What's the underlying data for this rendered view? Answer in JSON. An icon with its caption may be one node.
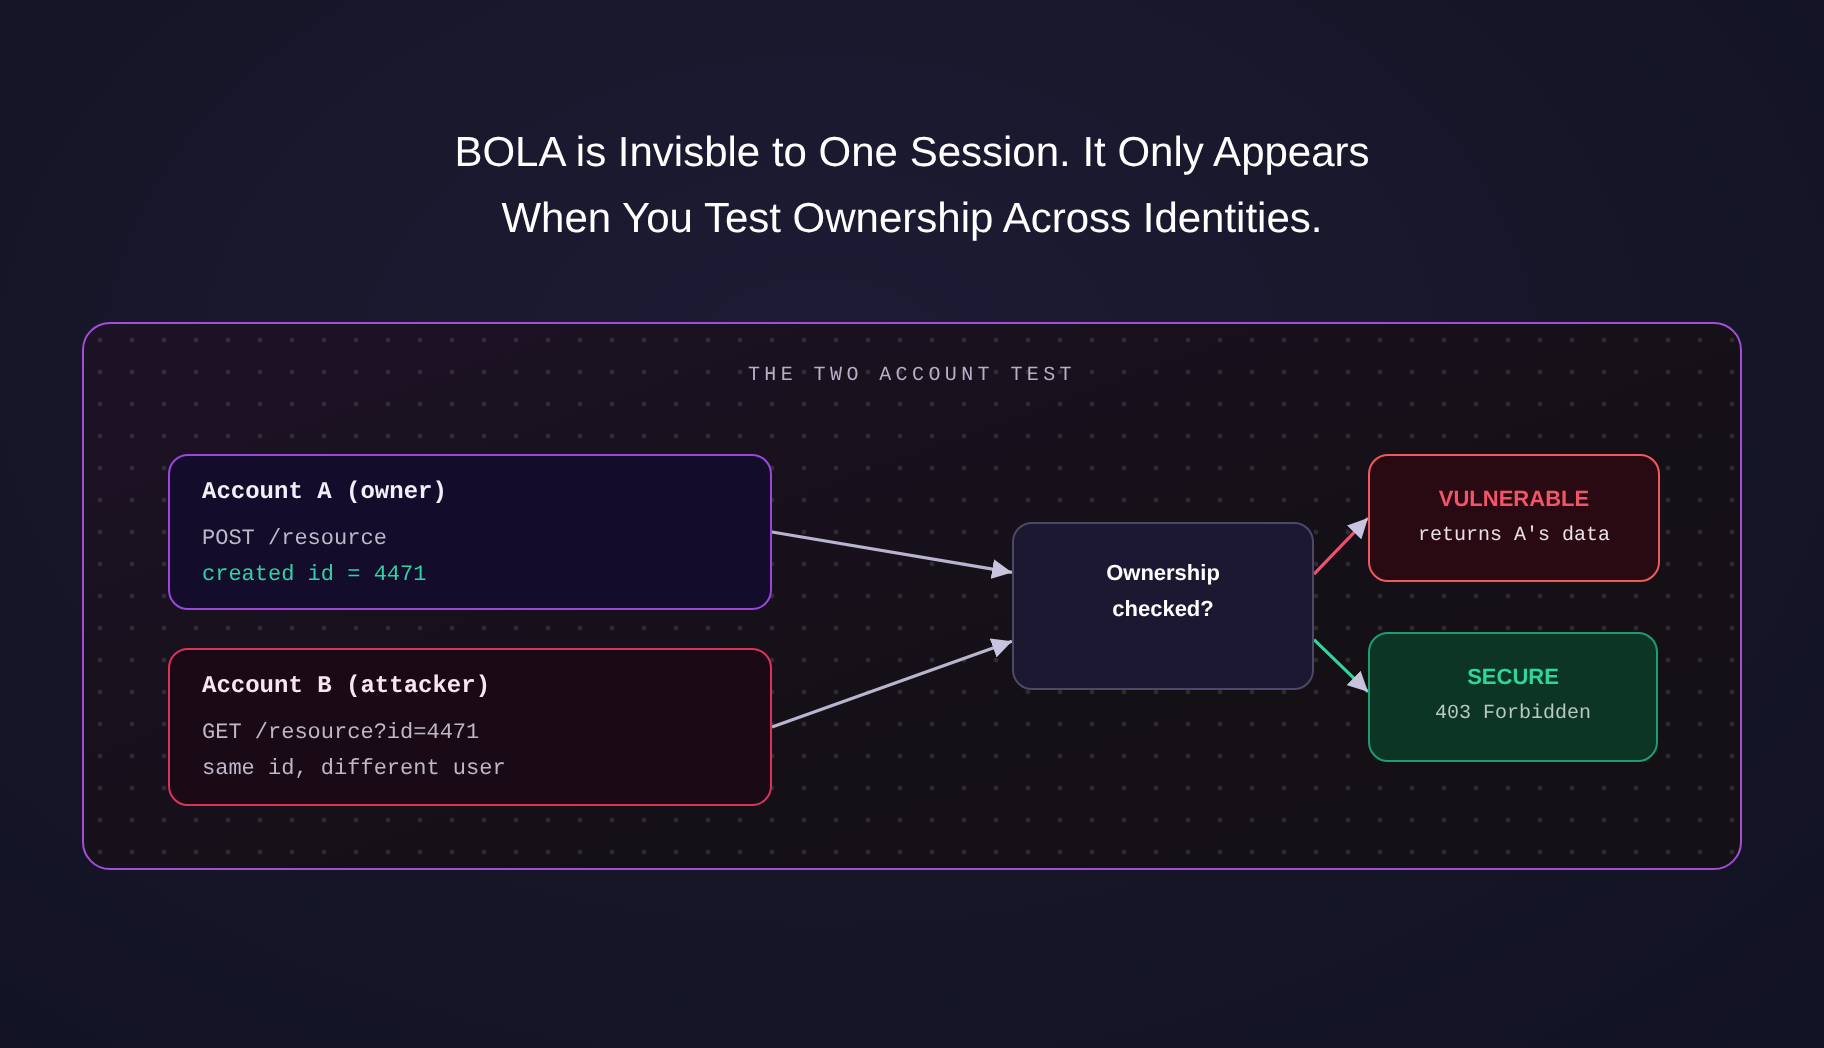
{
  "diagram": {
    "title": "BOLA is Invisble to One Session. It Only Appears When You Test Ownership Across Identities.",
    "nodes": [
      {
        "text": [
          "THE TWO ACCOUNT TEST"
        ]
      },
      {
        "text": [
          "Account A (owner)",
          "POST /resource",
          "created id = 4471"
        ],
        "in": 0
      },
      {
        "text": [
          "Account B (attacker)",
          "GET /resource?id=4471",
          "same id, different user"
        ],
        "in": 0
      },
      {
        "text": [
          "Ownership checked?"
        ],
        "in": 0
      },
      {
        "text": [
          "VULNERABLE",
          "returns A's data"
        ],
        "in": 0
      },
      {
        "text": [
          "SECURE",
          "403 Forbidden"
        ],
        "in": 0
      }
    ],
    "edges": [
      {
        "from": 1,
        "to": 3,
        "arrow": "to"
      },
      {
        "from": 2,
        "to": 3,
        "arrow": "to"
      },
      {
        "from": 3,
        "to": 4,
        "arrow": "to",
        "color": "#f0506e"
      },
      {
        "from": 3,
        "to": 5,
        "arrow": "to",
        "color": "#2fd69a"
      }
    ]
  }
}
